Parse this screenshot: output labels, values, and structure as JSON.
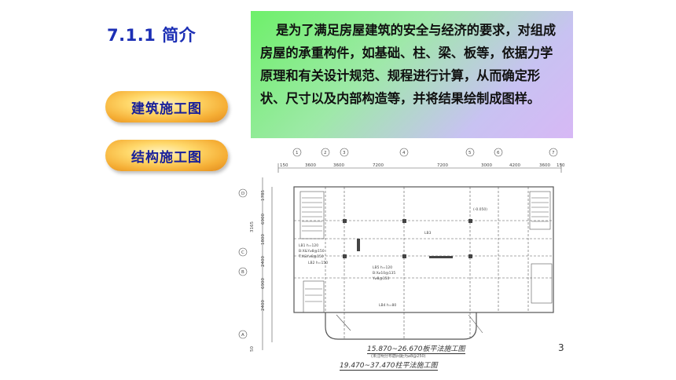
{
  "slide": {
    "title": "7.1.1 简介",
    "page_number": "3",
    "buttons": [
      {
        "label": "建筑施工图"
      },
      {
        "label": "结构施工图"
      }
    ],
    "description": "是为了满足房屋建筑的安全与经济的要求，对组成房屋的承重构件，如基础、柱、梁、板等，依据力学原理和有关设计规范、规程进行计算，从而确定形状、尺寸以及内部构造等，并将结果绘制成图样。"
  },
  "drawing": {
    "axis_top": [
      "1",
      "2",
      "3",
      "4",
      "5",
      "6",
      "7"
    ],
    "axis_left": [
      "D",
      "C",
      "B",
      "A"
    ],
    "dims_top": [
      "150",
      "3600",
      "3600",
      "7200",
      "7200",
      "3000",
      "4200",
      "3600",
      "150"
    ],
    "dims_left": [
      "1785",
      "6900",
      "1800",
      "2400",
      "6900",
      "2400",
      "3165",
      "50"
    ],
    "beam_labels": [
      "LB1 h=120",
      "B:X&Y⌀8@150",
      "T:X&Y⌀8@150",
      "LB2 h=150",
      "LB3",
      "LB4 h=80",
      "LB5 h=120",
      "B:X⌀10@135",
      "Y⌀8@150",
      "(-0.050)"
    ],
    "caption_1": "15.870~26.670板平法施工图",
    "caption_1_sub": "(未注明分布筋间距为⌀8@250)",
    "caption_2": "19.470~37.470柱平法施工图"
  },
  "colors": {
    "title": "#1c2fb5",
    "button_text": "#18209a",
    "button_fill": "#f5ae35"
  }
}
